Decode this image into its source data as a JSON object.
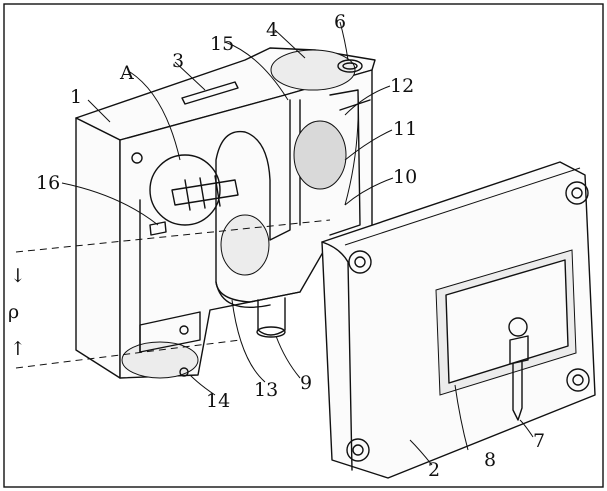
{
  "figure": {
    "labels": {
      "l1": "1",
      "l2": "2",
      "l3": "3",
      "l4": "4",
      "l6": "6",
      "l7": "7",
      "l8": "8",
      "l9": "9",
      "l10": "10",
      "l11": "11",
      "l12": "12",
      "l13": "13",
      "l14": "14",
      "l15": "15",
      "l16": "16",
      "lA": "A"
    },
    "direction_symbol": "ρ",
    "arrow_up": "↑",
    "arrow_down": "↓"
  }
}
